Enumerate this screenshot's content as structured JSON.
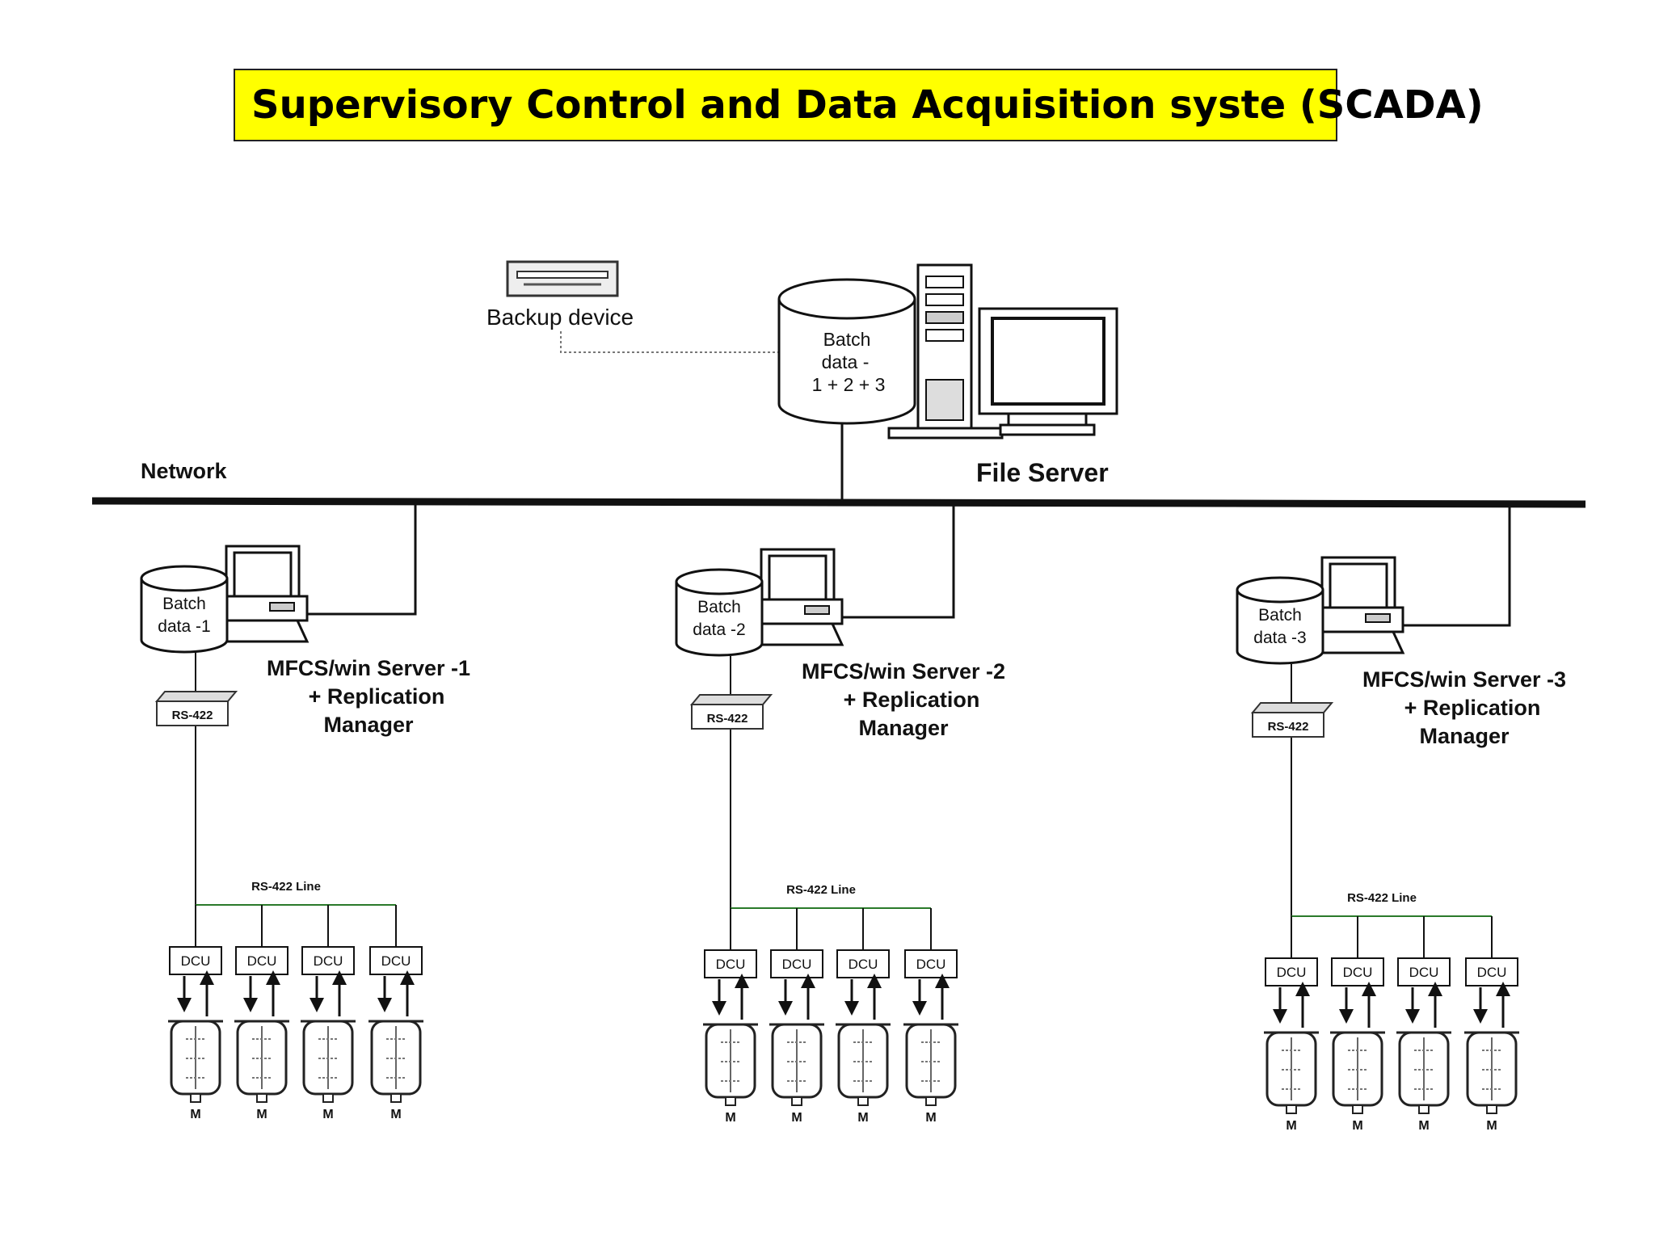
{
  "title": "Supervisory Control and Data Acquisition syste (SCADA)",
  "backup_device": "Backup device",
  "file_server": {
    "label": "File Server",
    "db_line1": "Batch",
    "db_line2": "data -",
    "db_line3": "1 + 2 + 3"
  },
  "network_label": "Network",
  "servers": [
    {
      "db_line1": "Batch",
      "db_line2": "data -1",
      "name_line1": "MFCS/win Server -1",
      "name_line2": "+ Replication",
      "name_line3": "Manager",
      "rs422": "RS-422",
      "line_label": "RS-422 Line",
      "dcus": [
        "DCU",
        "DCU",
        "DCU",
        "DCU"
      ]
    },
    {
      "db_line1": "Batch",
      "db_line2": "data -2",
      "name_line1": "MFCS/win Server -2",
      "name_line2": "+ Replication",
      "name_line3": "Manager",
      "rs422": "RS-422",
      "line_label": "RS-422 Line",
      "dcus": [
        "DCU",
        "DCU",
        "DCU",
        "DCU"
      ]
    },
    {
      "db_line1": "Batch",
      "db_line2": "data -3",
      "name_line1": "MFCS/win Server -3",
      "name_line2": "+ Replication",
      "name_line3": "Manager",
      "rs422": "RS-422",
      "line_label": "RS-422 Line",
      "dcus": [
        "DCU",
        "DCU",
        "DCU",
        "DCU"
      ]
    }
  ],
  "vessel_motor_label": "M"
}
